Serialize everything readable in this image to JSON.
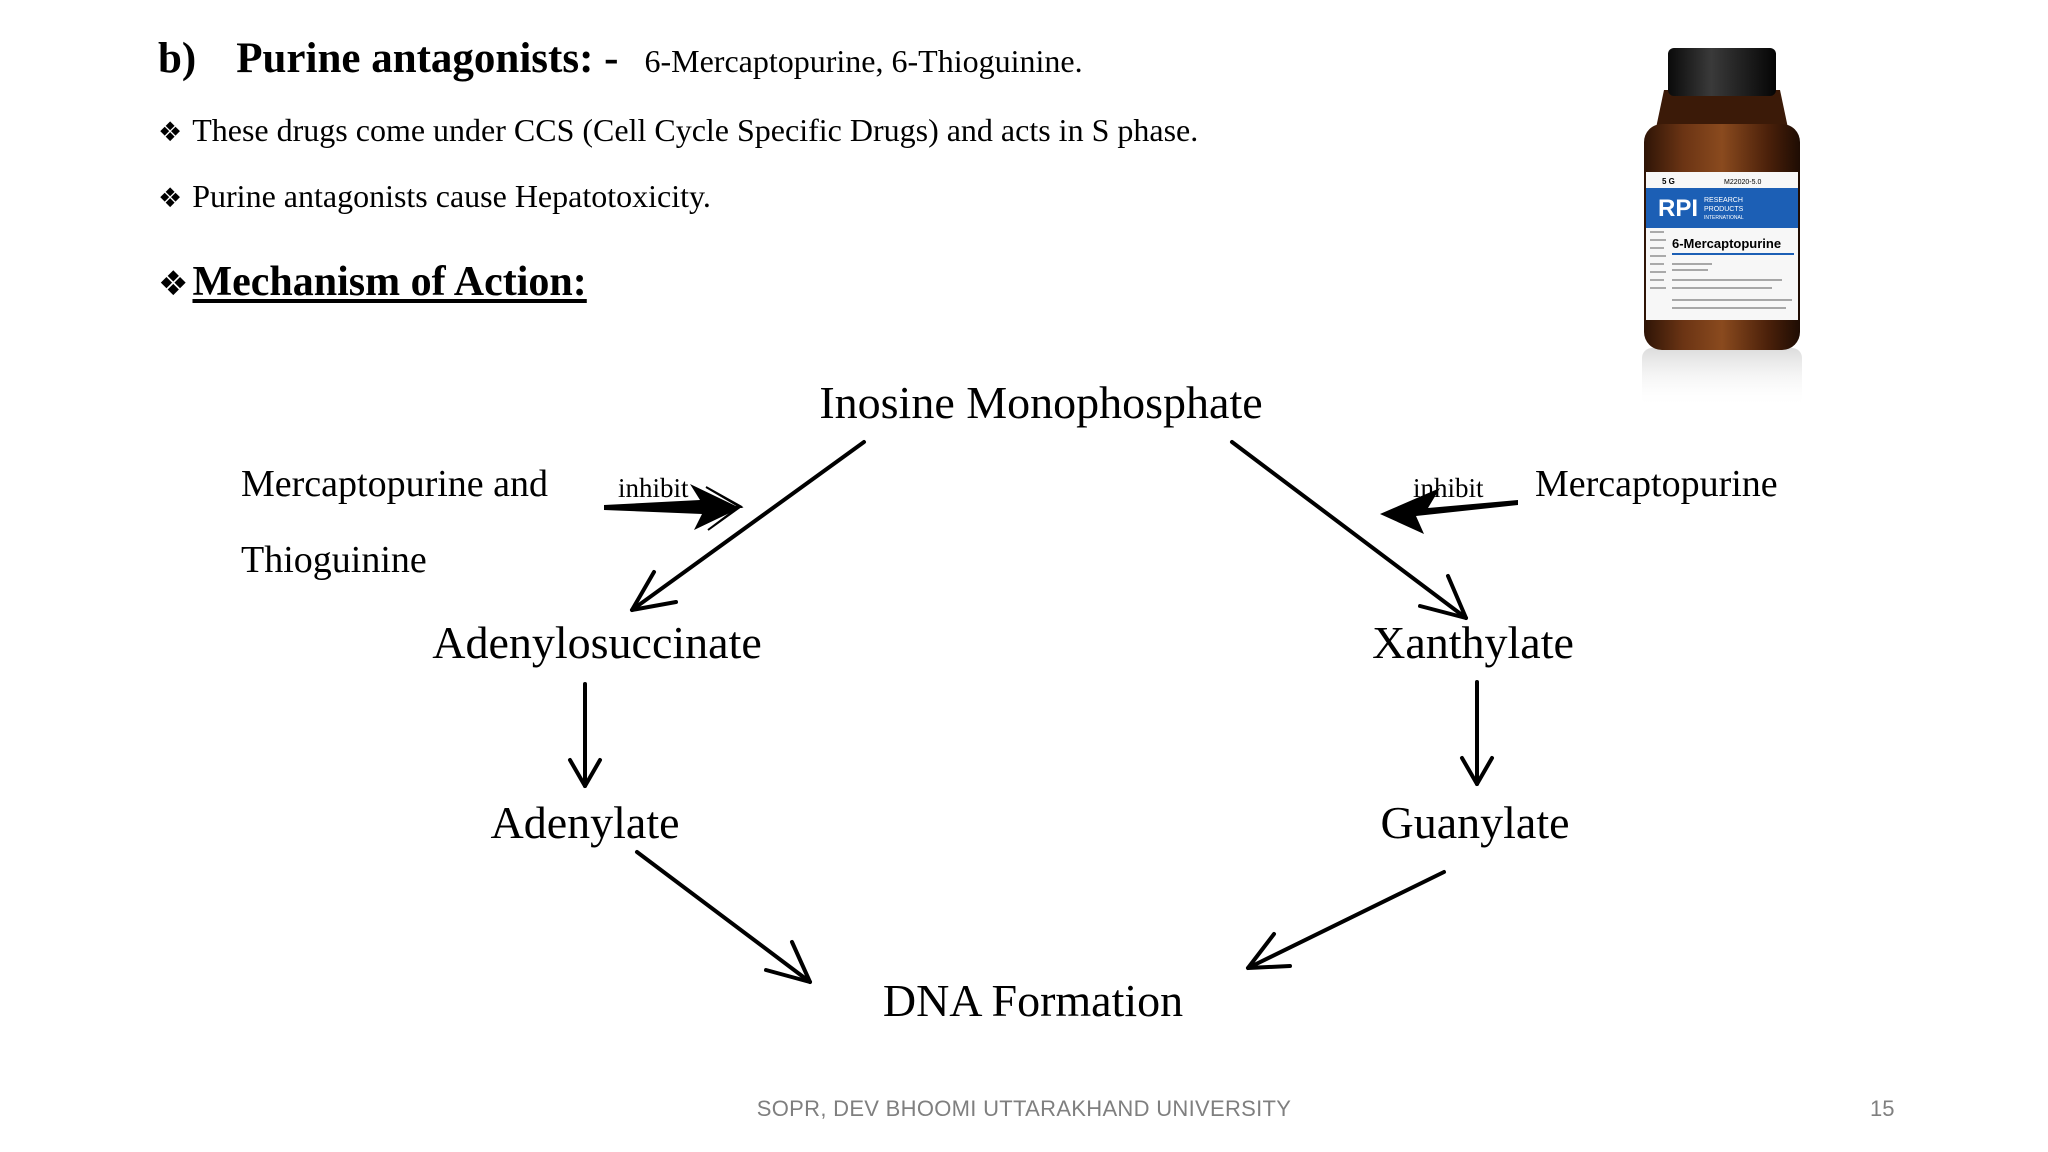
{
  "heading": {
    "letter": "b)",
    "title": "Purine antagonists: -",
    "drugs": "6-Mercaptopurine, 6-Thioguinine."
  },
  "bullets": [
    "These drugs come under CCS (Cell Cycle Specific Drugs) and acts in S phase.",
    "Purine antagonists cause Hepatotoxicity."
  ],
  "bullet_symbol": "❖",
  "mechanism_title": "Mechanism of Action:",
  "diagram": {
    "top_node": "Inosine Monophosphate",
    "left_node_1": "Adenylosuccinate",
    "left_node_2": "Adenylate",
    "right_node_1": "Xanthylate",
    "right_node_2": "Guanylate",
    "bottom_node": "DNA Formation",
    "left_inhibitor_line1": "Mercaptopurine and",
    "left_inhibitor_line2": "Thioguinine",
    "left_inhibit_label": "inhibit",
    "right_inhibitor": "Mercaptopurine",
    "right_inhibit_label": "inhibit"
  },
  "bottle_label": {
    "size": "5 G",
    "catalog": "M22020-5.0",
    "brand": "RPI",
    "brand_sub_1": "RESEARCH",
    "brand_sub_2": "PRODUCTS",
    "brand_sub_3": "INTERNATIONAL",
    "product": "6-Mercaptopurine"
  },
  "colors": {
    "footer_text": "#7f7f7f",
    "bottle_glass": "#5a2a10",
    "bottle_cap": "#1a1a1a",
    "label_blue": "#1c5fb5"
  },
  "footer": "SOPR, DEV BHOOMI UTTARAKHAND UNIVERSITY",
  "page_number": "15"
}
